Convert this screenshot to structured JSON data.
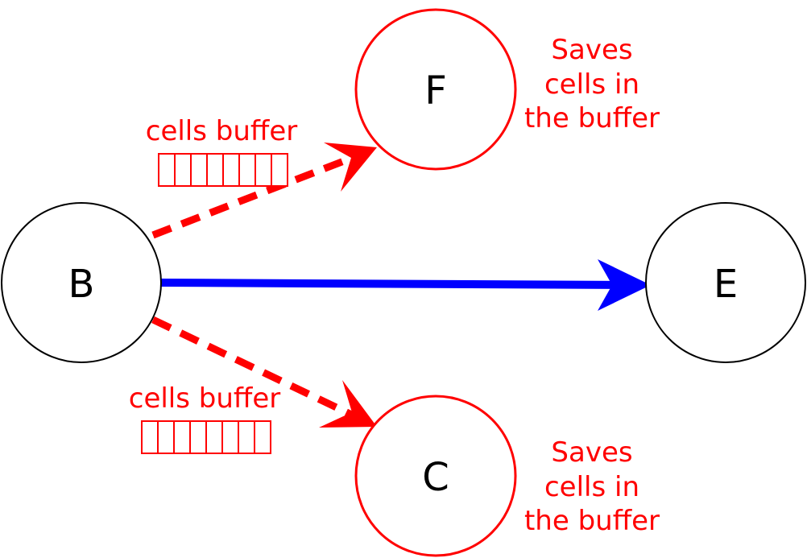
{
  "colors": {
    "red": "#ff0000",
    "blue": "#0000ff",
    "black": "#000000"
  },
  "nodes": {
    "b": {
      "label": "B"
    },
    "e": {
      "label": "E"
    },
    "f": {
      "label": "F"
    },
    "c": {
      "label": "C"
    }
  },
  "edges": {
    "b_to_e": {
      "style": "solid",
      "color": "blue"
    },
    "b_to_f": {
      "style": "dashed",
      "color": "red"
    },
    "b_to_c": {
      "style": "dashed",
      "color": "red"
    }
  },
  "buffers": {
    "top": {
      "label": "cells buffer",
      "cells": 8
    },
    "bottom": {
      "label": "cells buffer",
      "cells": 8
    }
  },
  "notes": {
    "f": [
      "Saves",
      "cells in",
      "the buffer"
    ],
    "c": [
      "Saves",
      "cells in",
      "the buffer"
    ]
  }
}
